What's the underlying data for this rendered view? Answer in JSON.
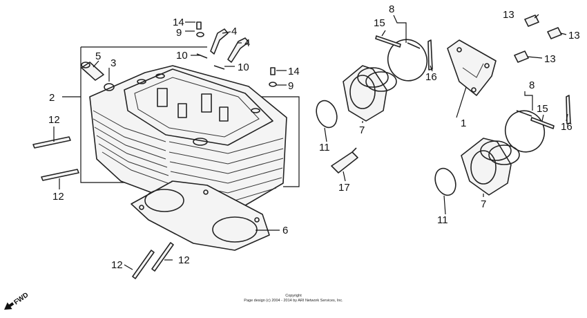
{
  "labels": {
    "l1": "1",
    "l2": "2",
    "l3": "3",
    "l4a": "4",
    "l4b": "4",
    "l5": "5",
    "l6": "6",
    "l7a": "7",
    "l7b": "7",
    "l8a": "8",
    "l8b": "8",
    "l9a": "9",
    "l9b": "9",
    "l10a": "10",
    "l10b": "10",
    "l11a": "11",
    "l11b": "11",
    "l12a": "12",
    "l12b": "12",
    "l12c": "12",
    "l12d": "12",
    "l13a": "13",
    "l13b": "13",
    "l13c": "13",
    "l14a": "14",
    "l14b": "14",
    "l15a": "15",
    "l15b": "15",
    "l16a": "16",
    "l16b": "16",
    "l17": "17"
  },
  "fwd": "FWD",
  "copyright": {
    "line1": "Copyright",
    "line2": "Page design (c) 2004 - 2014 by ARI Network Services, Inc."
  }
}
